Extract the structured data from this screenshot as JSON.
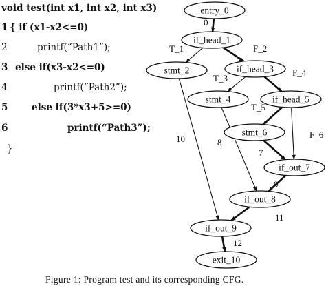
{
  "code": {
    "signature": "void test(int x1, int x2, int x3)",
    "lines": [
      {
        "num": "1",
        "text": "{ if (x1-x2<=0)",
        "bold": true
      },
      {
        "num": "2",
        "text": "printf(“Path1”);",
        "bold": false
      },
      {
        "num": "3",
        "text": "else if(x3-x2<=0)",
        "bold": true
      },
      {
        "num": "4",
        "text": "printf(“Path2”);",
        "bold": false
      },
      {
        "num": "5",
        "text": "else if(3*x3+5>=0)",
        "bold": true
      },
      {
        "num": "6",
        "text": "printf(“Path3”);",
        "bold": true
      },
      {
        "num": "",
        "text": "}",
        "bold": false
      }
    ]
  },
  "cfg": {
    "nodes": [
      {
        "id": "entry_0",
        "label": "entry_0"
      },
      {
        "id": "if_head_1",
        "label": "if_head_1"
      },
      {
        "id": "stmt_2",
        "label": "stmt_2"
      },
      {
        "id": "if_head_3",
        "label": "if_head_3"
      },
      {
        "id": "stmt_4",
        "label": "stmt_4"
      },
      {
        "id": "if_head_5",
        "label": "if_head_5"
      },
      {
        "id": "stmt_6",
        "label": "stmt_6"
      },
      {
        "id": "if_out_7",
        "label": "if_out_7"
      },
      {
        "id": "if_out_8",
        "label": "if_out_8"
      },
      {
        "id": "if_out_9",
        "label": "if_out_9"
      },
      {
        "id": "exit_10",
        "label": "exit_10"
      }
    ],
    "edges": [
      {
        "from": "entry_0",
        "to": "if_head_1",
        "label": "0",
        "bold": true
      },
      {
        "from": "if_head_1",
        "to": "stmt_2",
        "label": "T_1",
        "bold": false
      },
      {
        "from": "if_head_1",
        "to": "if_head_3",
        "label": "F_2",
        "bold": true
      },
      {
        "from": "if_head_3",
        "to": "stmt_4",
        "label": "T_3",
        "bold": false
      },
      {
        "from": "if_head_3",
        "to": "if_head_5",
        "label": "F_4",
        "bold": true
      },
      {
        "from": "if_head_5",
        "to": "stmt_6",
        "label": "T_5",
        "bold": true
      },
      {
        "from": "if_head_5",
        "to": "if_out_7",
        "label": "F_6",
        "bold": false
      },
      {
        "from": "stmt_6",
        "to": "if_out_7",
        "label": "7",
        "bold": true
      },
      {
        "from": "if_out_7",
        "to": "if_out_8",
        "label": "9",
        "bold": true
      },
      {
        "from": "stmt_4",
        "to": "if_out_8",
        "label": "8",
        "bold": false
      },
      {
        "from": "if_out_8",
        "to": "if_out_9",
        "label": "11",
        "bold": true
      },
      {
        "from": "stmt_2",
        "to": "if_out_9",
        "label": "10",
        "bold": false
      },
      {
        "from": "if_out_9",
        "to": "exit_10",
        "label": "12",
        "bold": true
      }
    ]
  },
  "caption": "Figure 1: Program test and its corresponding CFG."
}
